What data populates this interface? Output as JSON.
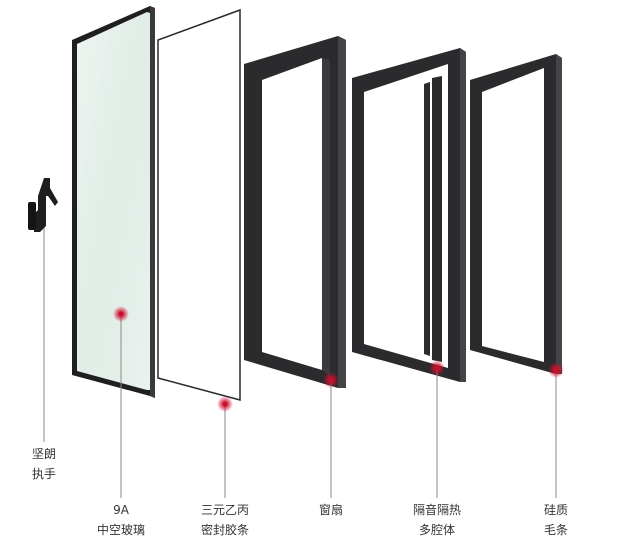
{
  "components": [
    {
      "id": "handle",
      "lines": [
        "坚朗",
        "执手"
      ]
    },
    {
      "id": "glass",
      "lines": [
        "9A",
        "中空玻璃"
      ]
    },
    {
      "id": "seal",
      "lines": [
        "三元乙丙",
        "密封胶条"
      ]
    },
    {
      "id": "sash",
      "lines": [
        "窗扇"
      ]
    },
    {
      "id": "cavity",
      "lines": [
        "隔音隔热",
        "多腔体"
      ]
    },
    {
      "id": "brush",
      "lines": [
        "硅质",
        "毛条"
      ]
    }
  ],
  "colors": {
    "frame": "#2b2b2d",
    "frame_edge": "#444448",
    "glass": "#e4efea",
    "marker": "#c8102e",
    "leader": "#8a8a8a",
    "text": "#333333"
  }
}
